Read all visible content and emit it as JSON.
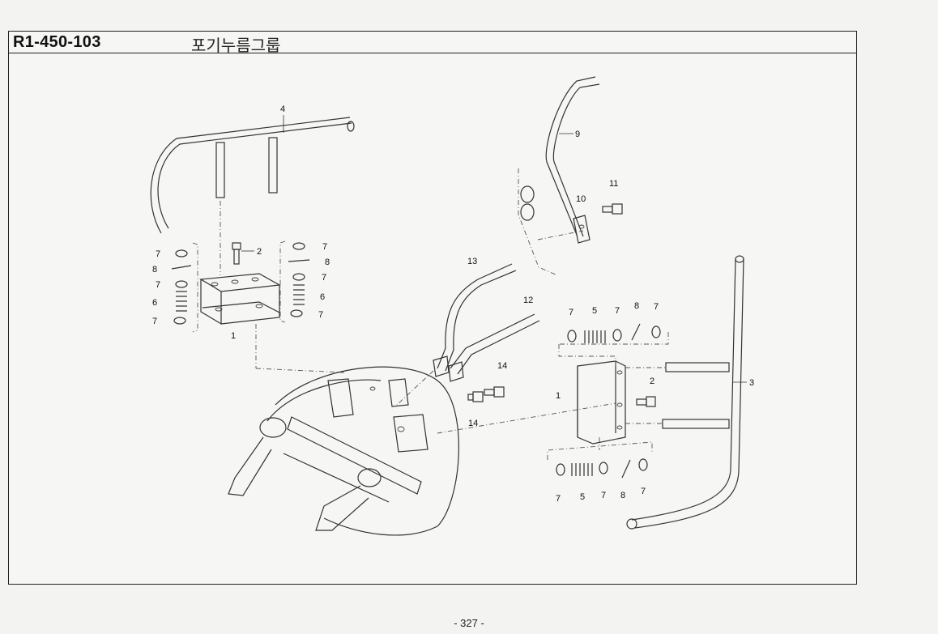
{
  "header": {
    "code": "R1-450-103",
    "title": "포기누름그룹"
  },
  "footer": {
    "page_number": "- 327 -"
  },
  "callouts": {
    "c1": "4",
    "c2": "2",
    "c3": "7",
    "c4": "8",
    "c5": "7",
    "c6": "6",
    "c7": "7",
    "c8": "7",
    "c9": "8",
    "c10": "7",
    "c11": "6",
    "c12": "7",
    "c13": "1",
    "c14": "9",
    "c15": "10",
    "c16": "11",
    "c17": "13",
    "c18": "12",
    "c19": "14",
    "c20": "14",
    "c21": "7",
    "c22": "5",
    "c23": "7",
    "c24": "8",
    "c25": "7",
    "c26": "1",
    "c27": "2",
    "c28": "3",
    "c29": "7",
    "c30": "5",
    "c31": "7",
    "c32": "8",
    "c33": "7"
  }
}
